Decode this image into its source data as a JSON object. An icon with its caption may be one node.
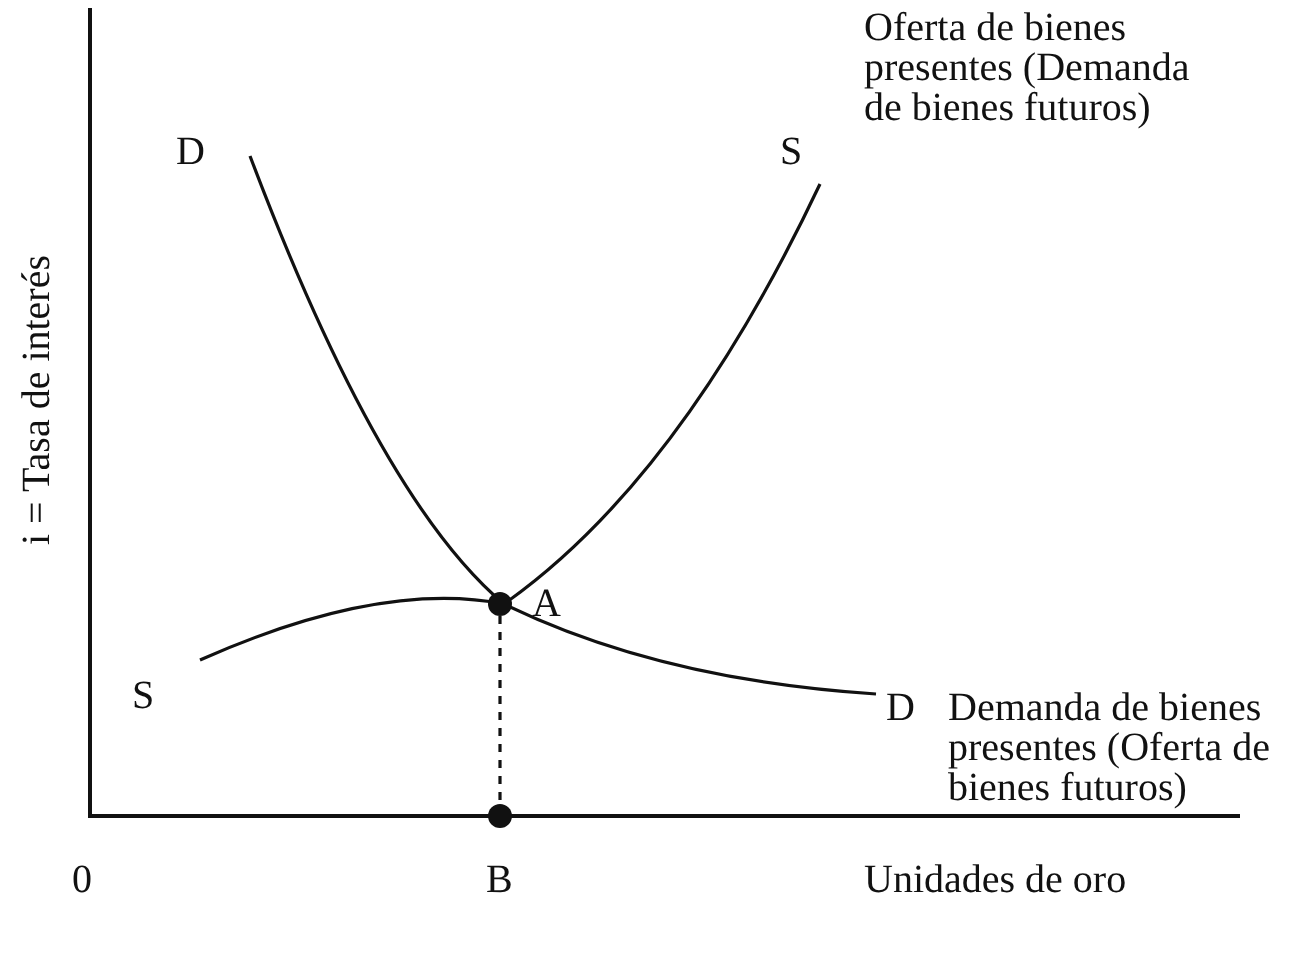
{
  "diagram": {
    "labels": [
      "D",
      "S",
      "Oferta de bienes presentes (Demanda de bienes futuros)",
      "i = Tasa de interés",
      "A",
      "S",
      "D",
      "Demanda de bienes presentes (Oferta de bienes futuros)",
      "0",
      "B",
      "Unidades de oro"
    ]
  }
}
